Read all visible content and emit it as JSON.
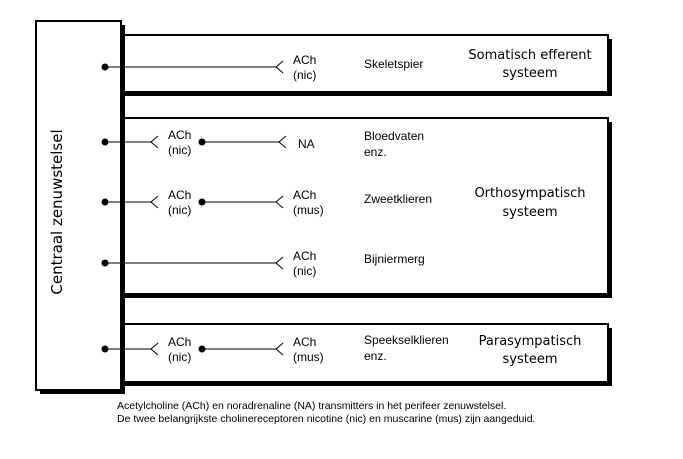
{
  "cns_label": "Centraal zenuwstelsel",
  "systems": {
    "somatic": [
      "Somatisch efferent",
      "systeem"
    ],
    "ortho": [
      "Orthosympatisch",
      "systeem"
    ],
    "para": [
      "Parasympatisch",
      "systeem"
    ]
  },
  "rows": [
    {
      "id": "skeletspier",
      "pre": null,
      "post": [
        "ACh",
        "(nic)"
      ],
      "target": [
        "Skeletspier"
      ]
    },
    {
      "id": "bloedvaten",
      "pre": [
        "ACh",
        "(nic)"
      ],
      "post": [
        "NA"
      ],
      "target": [
        "Bloedvaten",
        "enz."
      ]
    },
    {
      "id": "zweetklieren",
      "pre": [
        "ACh",
        "(nic)"
      ],
      "post": [
        "ACh",
        "(mus)"
      ],
      "target": [
        "Zweetklieren"
      ]
    },
    {
      "id": "bijniermerg",
      "pre": null,
      "post": [
        "ACh",
        "(nic)"
      ],
      "target": [
        "Bijniermerg"
      ]
    },
    {
      "id": "speekselklieren",
      "pre": [
        "ACh",
        "(nic)"
      ],
      "post": [
        "ACh",
        "(mus)"
      ],
      "target": [
        "Speekselklieren",
        "enz."
      ]
    }
  ],
  "caption": [
    "Acetylcholine (ACh) en noradrenaline (NA) transmitters in het perifeer zenuwstelsel.",
    "De twee belangrijkste cholinereceptoren nicotine (nic) en muscarine (mus) zijn aangeduid."
  ]
}
